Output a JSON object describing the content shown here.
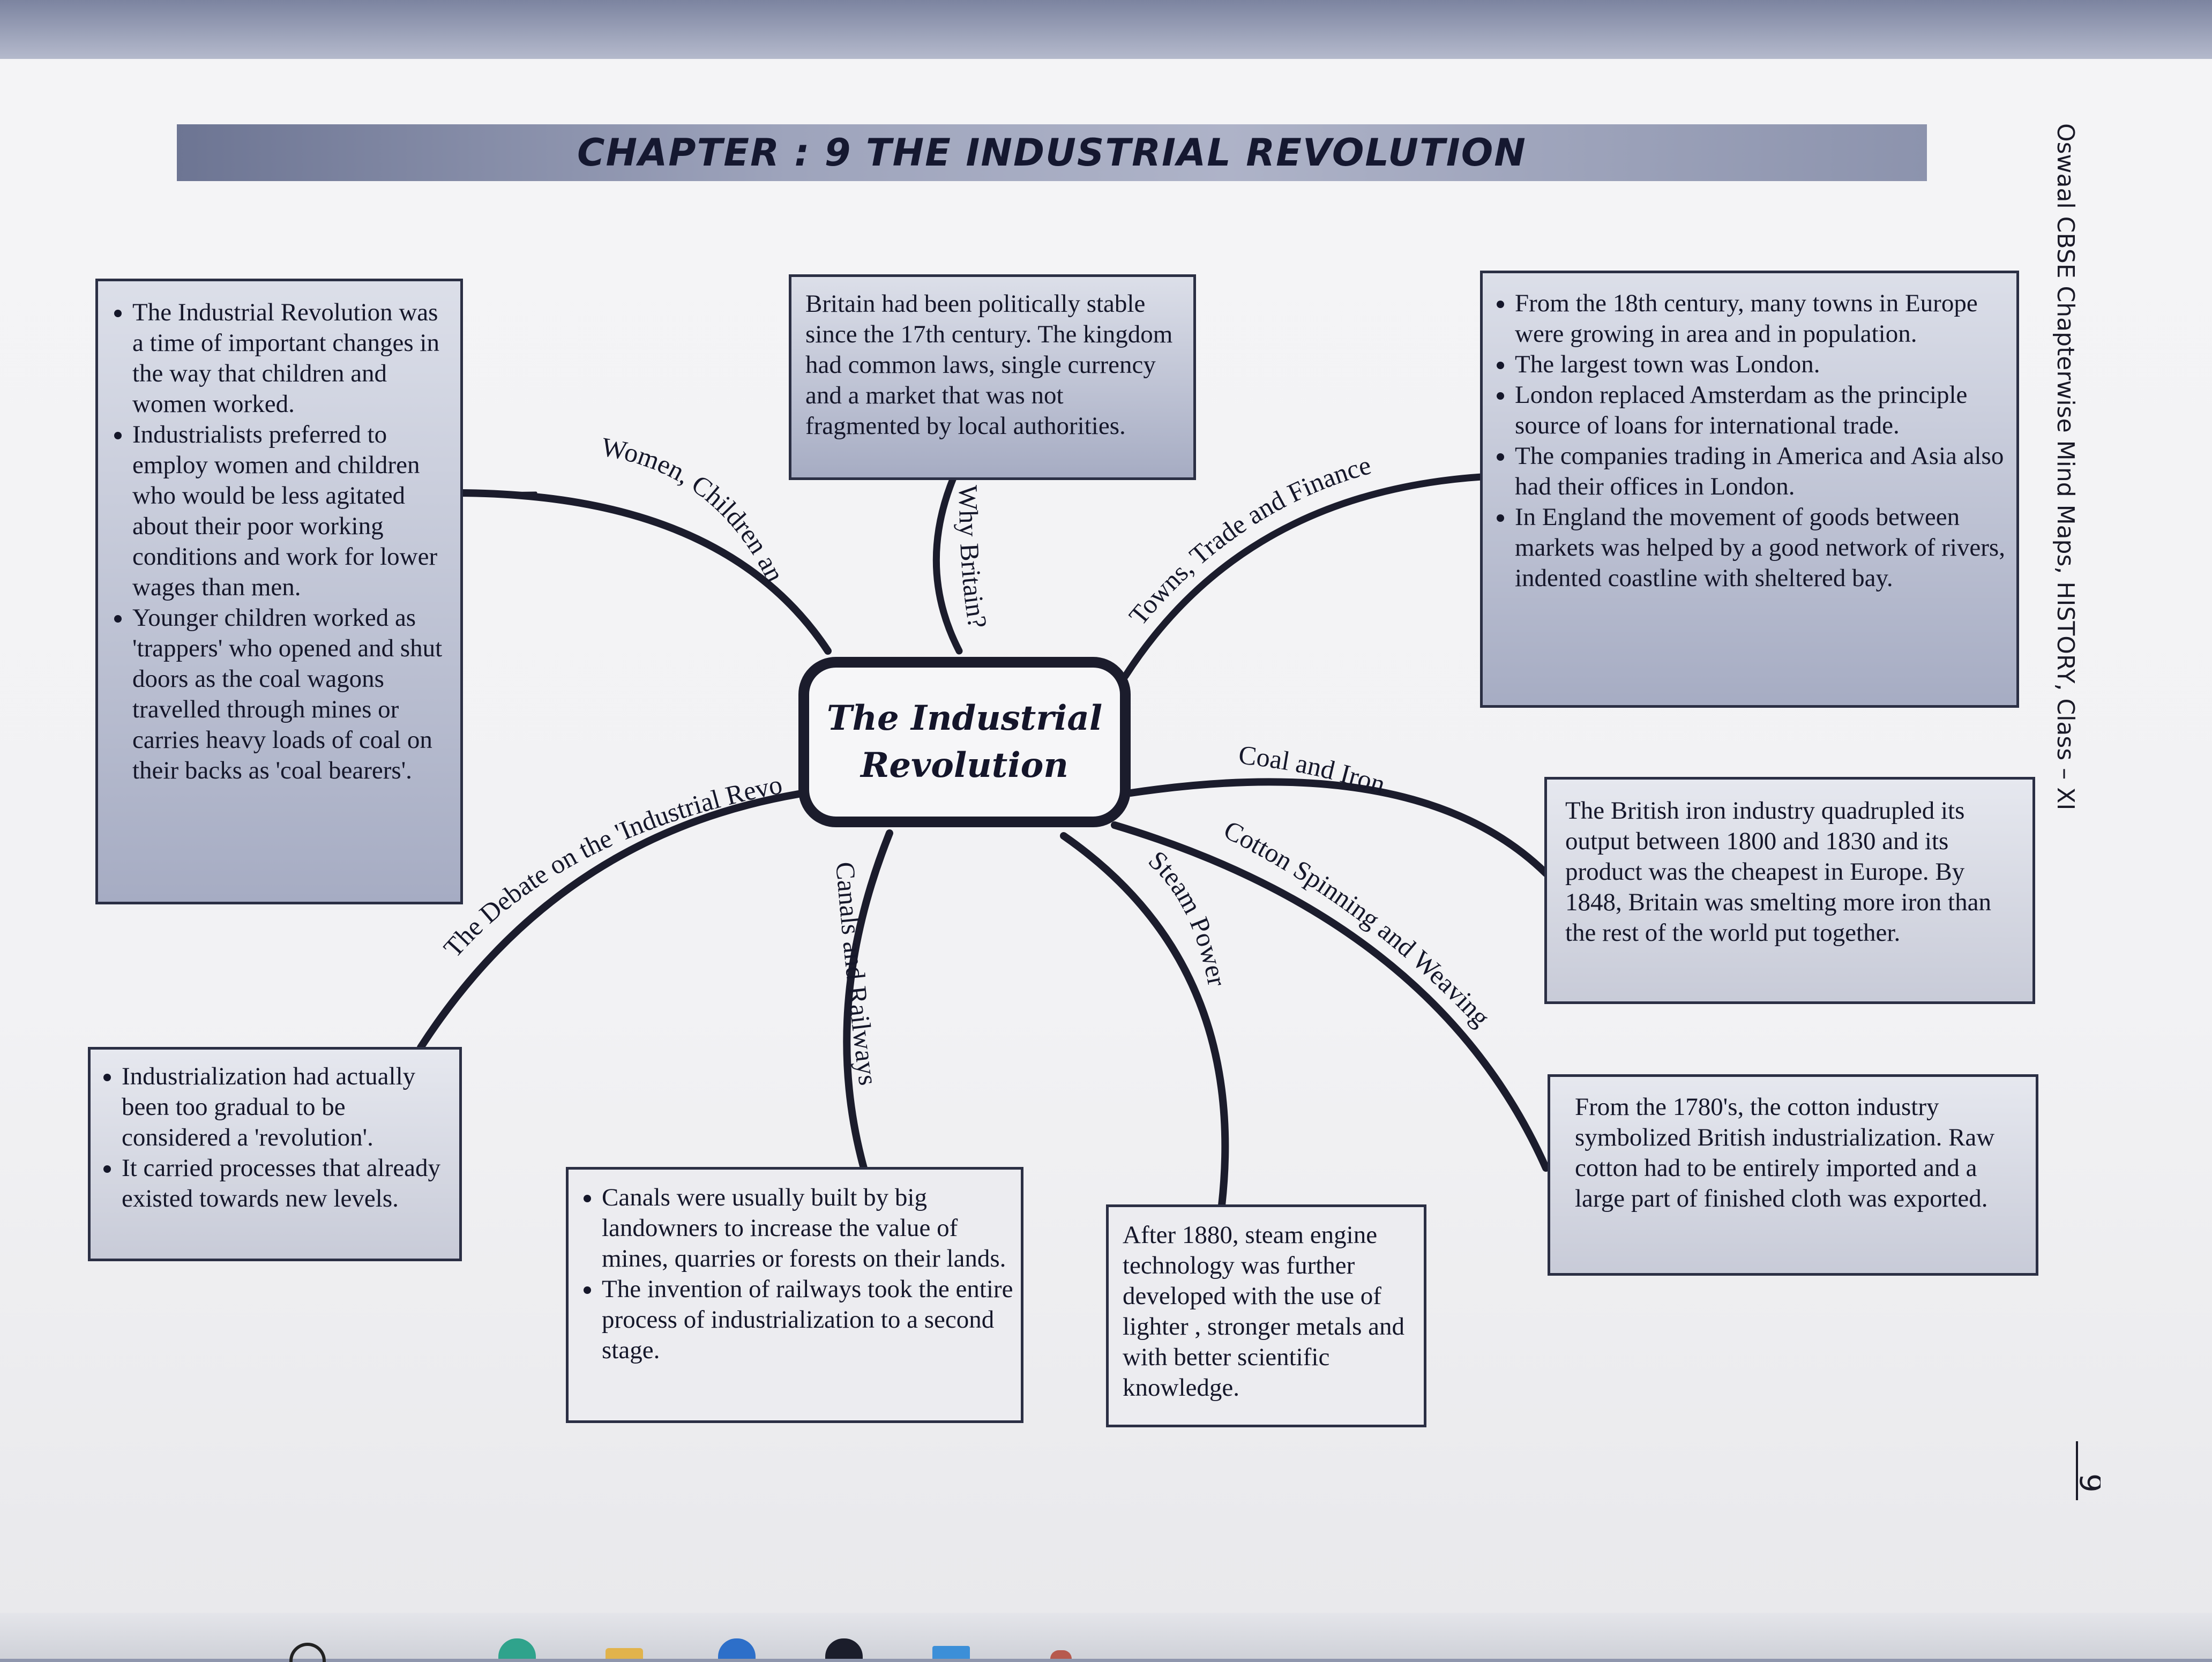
{
  "title": "CHAPTER : 9 THE INDUSTRIAL REVOLUTION",
  "center": "The Industrial Revolution",
  "side_text": "Oswaal CBSE Chapterwise Mind Maps, HISTORY, Class – XI",
  "page_number": "9",
  "branches": [
    {
      "label": "Women, Children and Industrialization"
    },
    {
      "label": "Why Britain?"
    },
    {
      "label": "Towns, Trade and Finance"
    },
    {
      "label": "Coal and Iron"
    },
    {
      "label": "Cotton Spinning and Weaving"
    },
    {
      "label": "Steam Power"
    },
    {
      "label": "Canals and Railways"
    },
    {
      "label": "The Debate on the 'Industrial Revolution'"
    }
  ],
  "boxes": {
    "women": [
      "The Industrial Revolution was a time of important changes in the way that children and women worked.",
      "Industrialists preferred to employ women and children who would be less agitated about their poor working conditions and work for lower wages than men.",
      "Younger children worked as 'trappers' who opened and shut doors as the coal wagons travelled through mines or carries heavy loads of coal on their backs as 'coal bearers'."
    ],
    "britain": "Britain had been politically stable since the 17th century. The kingdom had common laws, single currency and a market that was not fragmented by local authorities.",
    "towns": [
      "From the 18th century, many towns in Europe were growing in area and in population.",
      "The largest town was London.",
      "London replaced Amsterdam as the principle source of loans for international trade.",
      "The companies trading in America and Asia also had their offices in London.",
      "In England the movement of goods between markets was helped by a good network of rivers, indented coastline with sheltered bay."
    ],
    "coal": "The British iron industry quadrupled its output between 1800 and 1830 and its product was the cheapest in Europe. By 1848, Britain was smelting more iron than the rest of the world put together.",
    "cotton": "From the 1780's, the cotton industry symbolized British industrialization. Raw cotton had to be entirely imported and a large part of finished cloth was exported.",
    "steam": "After 1880, steam engine technology was further developed with the use of lighter , stronger metals and with better scientific knowledge.",
    "canals": [
      "Canals were usually built by big landowners to increase the value of mines, quarries or forests on their lands.",
      "The invention of railways took the entire process of industrialization to a second stage."
    ],
    "debate": [
      "Industrialization had actually been too gradual to be considered a 'revolution'.",
      "It carried processes that already existed towards new levels."
    ]
  }
}
